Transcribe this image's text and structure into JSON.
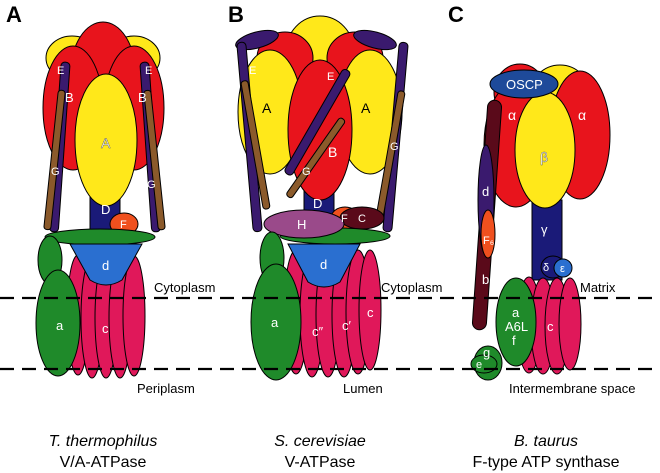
{
  "panels": [
    {
      "letter": "A",
      "species": "T. thermophilus",
      "enzyme": "V/A-ATPase",
      "subunits": {
        "E1": "E",
        "E2": "E",
        "B1": "B",
        "B2": "B",
        "A": "A",
        "G1": "G",
        "G2": "G",
        "D": "D",
        "F": "F",
        "d": "d",
        "a": "a",
        "c": "c"
      },
      "regions": {
        "top": "Cytoplasm",
        "bottom": "Periplasm"
      }
    },
    {
      "letter": "B",
      "species": "S. cerevisiae",
      "enzyme": "V-ATPase",
      "subunits": {
        "E1": "E",
        "E2": "E",
        "A1": "A",
        "A2": "A",
        "B": "B",
        "G1": "G",
        "G2": "G",
        "D": "D",
        "H": "H",
        "F": "F",
        "C": "C",
        "d": "d",
        "a": "a",
        "c_dd": "c″",
        "c_d": "c′",
        "c": "c"
      },
      "regions": {
        "top": "Cytoplasm",
        "bottom": "Lumen"
      }
    },
    {
      "letter": "C",
      "species": "B. taurus",
      "enzyme": "F-type ATP synthase",
      "subunits": {
        "OSCP": "OSCP",
        "alpha1": "α",
        "alpha2": "α",
        "beta": "β",
        "gamma": "γ",
        "delta": "δ",
        "epsilon": "ε",
        "d": "d",
        "F6": "F₆",
        "b": "b",
        "a": "a",
        "A6L": "A6L",
        "f": "f",
        "c": "c",
        "g": "g",
        "e": "e"
      },
      "regions": {
        "top": "Matrix",
        "bottom": "Intermembrane space"
      }
    }
  ],
  "colors": {
    "red": "#e8141c",
    "yellow": "#ffe81a",
    "navy": "#1a1a78",
    "purple": "#3a1a6e",
    "brown": "#8b5a2b",
    "green": "#1f8a2a",
    "blue": "#2a6fd0",
    "pink": "#e0185a",
    "orange": "#f0501e",
    "maroon": "#5a0a1a",
    "mauve": "#9a4a8a",
    "osscp_blue": "#1e4a9a",
    "membrane_line": "#000000"
  }
}
